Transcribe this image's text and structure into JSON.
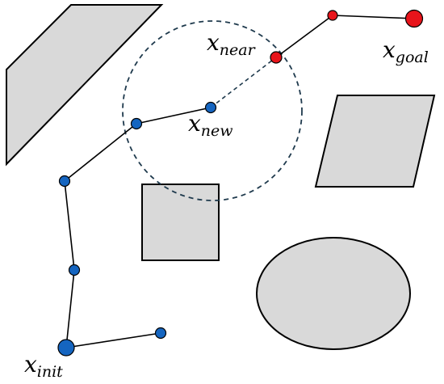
{
  "colors": {
    "obstacle_fill": "#d9d9d9",
    "tree_node": "#1565c0",
    "goal_path_node": "#e8141b"
  },
  "labels": {
    "near": {
      "main": "x",
      "sub": "near"
    },
    "goal": {
      "main": "x",
      "sub": "goal"
    },
    "new": {
      "main": "x",
      "sub": "new"
    },
    "init": {
      "main": "x",
      "sub": "init"
    }
  }
}
